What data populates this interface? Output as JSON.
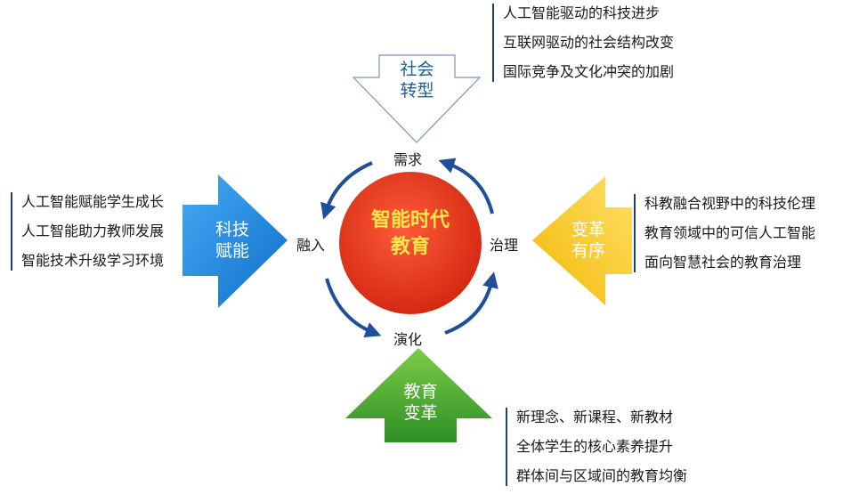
{
  "center": {
    "line1": "智能时代",
    "line2": "教育"
  },
  "nodes": {
    "top": "需求",
    "left": "融入",
    "right": "治理",
    "bottom": "演化"
  },
  "arrows": {
    "top": {
      "line1": "社会",
      "line2": "转型",
      "color": "#1f5f8b"
    },
    "left": {
      "line1": "科技",
      "line2": "赋能",
      "color": "#1e88e5"
    },
    "right": {
      "line1": "变革",
      "line2": "有序",
      "color": "#f5c518"
    },
    "bottom": {
      "line1": "教育",
      "line2": "变革",
      "color": "#43a030"
    }
  },
  "lists": {
    "top": [
      "人工智能驱动的科技进步",
      "互联网驱动的社会结构改变",
      "国际竞争及文化冲突的加剧"
    ],
    "left": [
      "人工智能赋能学生成长",
      "人工智能助力教师发展",
      "智能技术升级学习环境"
    ],
    "right": [
      "科教融合视野中的科技伦理",
      "教育领域中的可信人工智能",
      "面向智慧社会的教育治理"
    ],
    "bottom": [
      "新理念、新课程、新教材",
      "全体学生的核心素养提升",
      "群体间与区域间的教育均衡"
    ]
  },
  "colors": {
    "circle": "#e53a1e",
    "cycle_arrows": "#1f4f9a",
    "list_bars": "#1f3d7a"
  }
}
